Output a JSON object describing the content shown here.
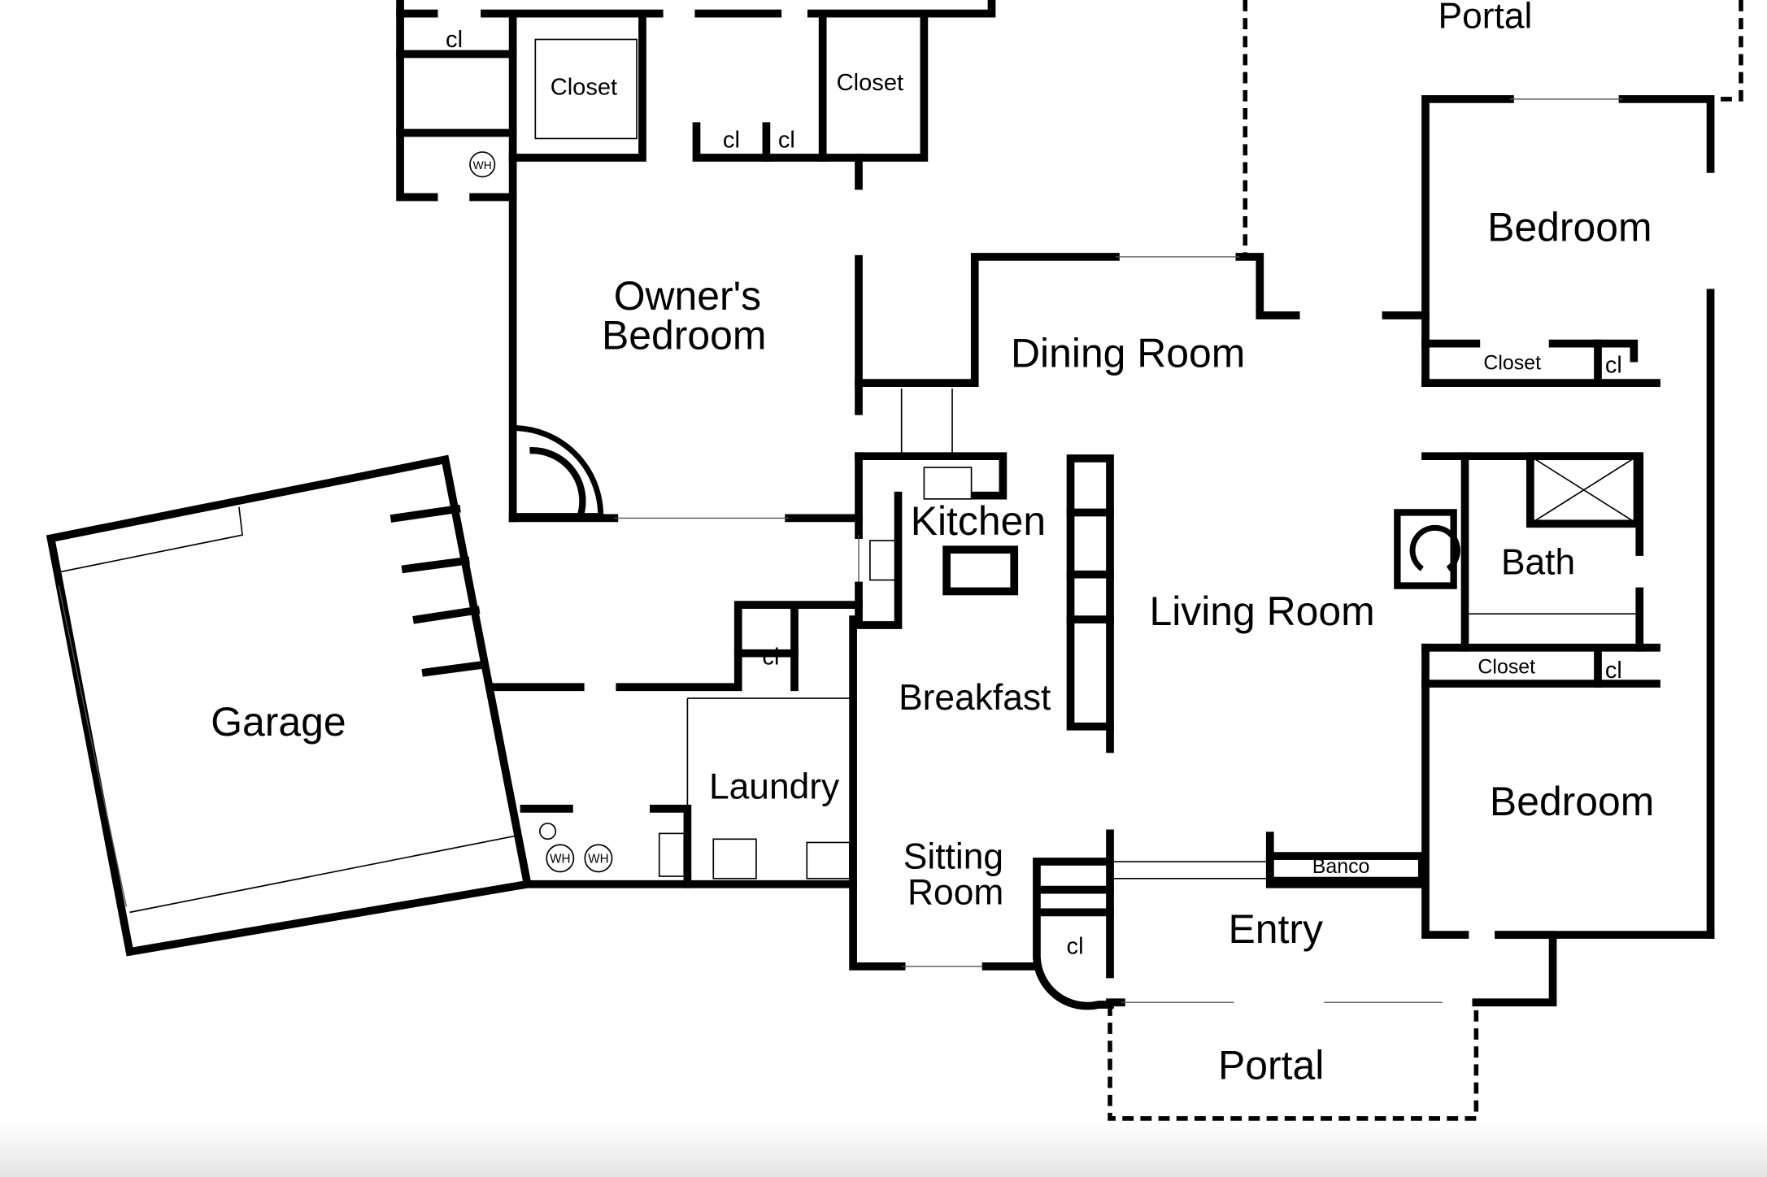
{
  "rooms": {
    "portal_top": "Portal",
    "closet_1": "Closet",
    "closet_2": "Closet",
    "cl_1": "cl",
    "cl_2": "cl",
    "cl_3": "cl",
    "wh_1": "WH",
    "owners_bedroom_1": "Owner's",
    "owners_bedroom_2": "Bedroom",
    "dining_room": "Dining Room",
    "bedroom_ne": "Bedroom",
    "closet_ne": "Closet",
    "cl_ne": "cl",
    "kitchen": "Kitchen",
    "living_room": "Living Room",
    "bath": "Bath",
    "closet_se": "Closet",
    "cl_se": "cl",
    "garage": "Garage",
    "cl_laundry": "cl",
    "breakfast": "Breakfast",
    "laundry": "Laundry",
    "wh_2": "WH",
    "wh_3": "WH",
    "bedroom_se": "Bedroom",
    "sitting_room_1": "Sitting",
    "sitting_room_2": "Room",
    "banco": "Banco",
    "entry": "Entry",
    "cl_entry": "cl",
    "portal_bottom": "Portal"
  }
}
